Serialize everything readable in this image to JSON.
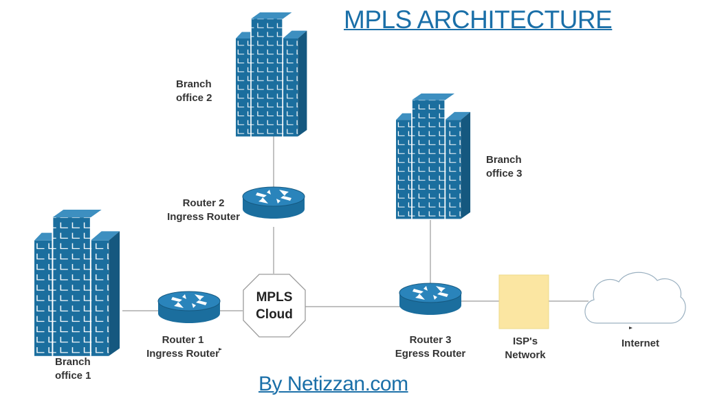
{
  "title": "MPLS ARCHITECTURE",
  "footer": "By Netizzan.com",
  "colors": {
    "accent": "#1a6fa8",
    "building": "#1b6e9e",
    "line": "#9a9a9a",
    "isp_note": "#fbe6a2"
  },
  "nodes": {
    "branch1": {
      "line1": "Branch",
      "line2": "office 1",
      "icon": "building-icon"
    },
    "branch2": {
      "line1": "Branch",
      "line2": "office 2",
      "icon": "building-icon"
    },
    "branch3": {
      "line1": "Branch",
      "line2": "office 3",
      "icon": "building-icon"
    },
    "router1": {
      "line1": "Router 1",
      "line2": "Ingress Router",
      "icon": "router-icon"
    },
    "router2": {
      "line1": "Router 2",
      "line2": "Ingress Router",
      "icon": "router-icon"
    },
    "router3": {
      "line1": "Router 3",
      "line2": "Egress Router",
      "icon": "router-icon"
    },
    "mpls": {
      "line1": "MPLS",
      "line2": "Cloud",
      "icon": "octagon-icon"
    },
    "isp": {
      "line1": "ISP's",
      "line2": "Network",
      "icon": "sticky-note-icon"
    },
    "internet": {
      "label": "Internet",
      "icon": "cloud-icon"
    }
  }
}
